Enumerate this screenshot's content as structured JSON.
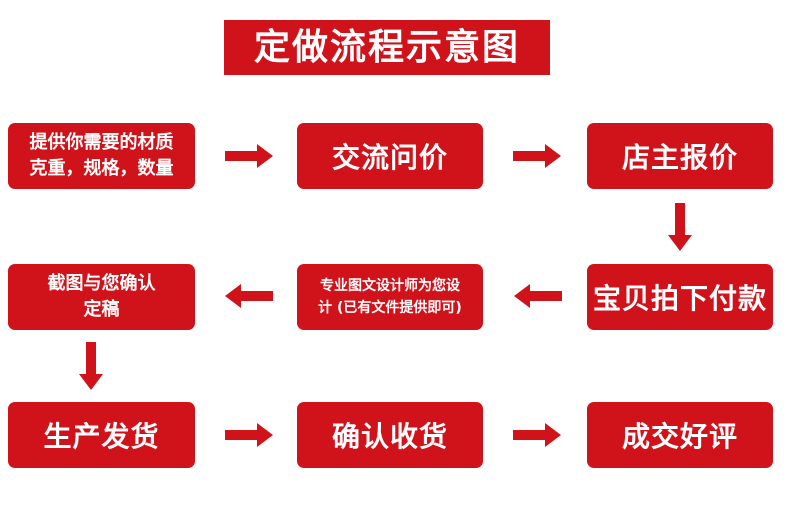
{
  "title": "定做流程示意图",
  "steps": {
    "s1": {
      "line1": "提供你需要的材质",
      "line2": "克重，规格，数量"
    },
    "s2": {
      "label": "交流问价"
    },
    "s3": {
      "label": "店主报价"
    },
    "s4": {
      "label": "宝贝拍下付款"
    },
    "s5": {
      "line1": "专业图文设计师为您设",
      "line2": "计 (已有文件提供即可)"
    },
    "s6": {
      "line1": "截图与您确认",
      "line2": "定稿"
    },
    "s7": {
      "label": "生产发货"
    },
    "s8": {
      "label": "确认收货"
    },
    "s9": {
      "label": "成交好评"
    }
  },
  "colors": {
    "accent": "#d0121b",
    "text": "#ffffff",
    "background": "#ffffff"
  },
  "icons": {
    "connector": "arrow-icon"
  }
}
